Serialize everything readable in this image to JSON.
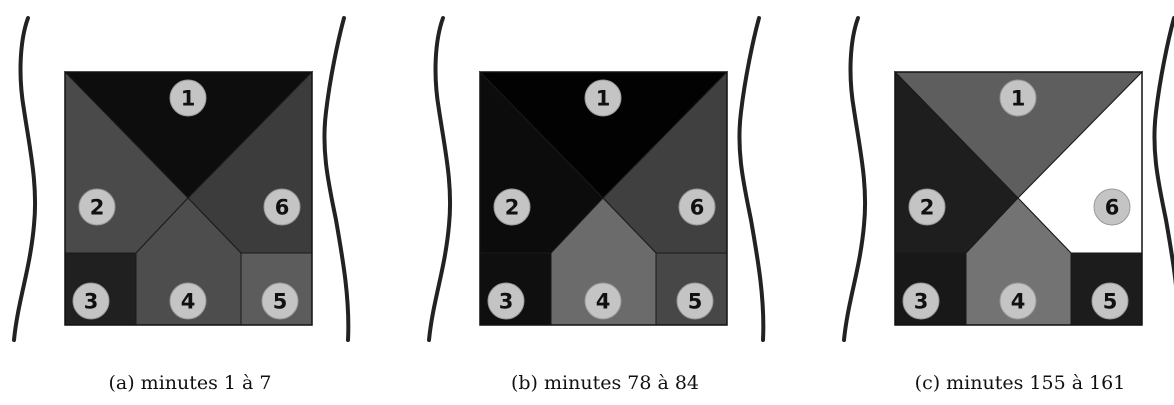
{
  "panels": [
    {
      "caption": "(a) minutes 1 à 7",
      "regions": {
        "1": {
          "label": "1",
          "color": "#0d0d0d"
        },
        "2": {
          "label": "2",
          "color": "#4a4a4a"
        },
        "3": {
          "label": "3",
          "color": "#202020"
        },
        "4": {
          "label": "4",
          "color": "#4d4d4d"
        },
        "5": {
          "label": "5",
          "color": "#5c5c5c"
        },
        "6": {
          "label": "6",
          "color": "#3c3c3c"
        }
      },
      "contour_visible": {
        "left": true,
        "right": true
      }
    },
    {
      "caption": "(b) minutes 78 à 84",
      "regions": {
        "1": {
          "label": "1",
          "color": "#020202"
        },
        "2": {
          "label": "2",
          "color": "#0c0c0c"
        },
        "3": {
          "label": "3",
          "color": "#0f0f0f"
        },
        "4": {
          "label": "4",
          "color": "#6b6b6b"
        },
        "5": {
          "label": "5",
          "color": "#474747"
        },
        "6": {
          "label": "6",
          "color": "#404040"
        }
      },
      "contour_visible": {
        "left": true,
        "right": true
      }
    },
    {
      "caption": "(c) minutes 155 à 161",
      "regions": {
        "1": {
          "label": "1",
          "color": "#5e5e5e"
        },
        "2": {
          "label": "2",
          "color": "#1e1e1e"
        },
        "3": {
          "label": "3",
          "color": "#181818"
        },
        "4": {
          "label": "4",
          "color": "#737373"
        },
        "5": {
          "label": "5",
          "color": "#1c1c1c"
        },
        "6": {
          "label": "6",
          "color": "#ffffff"
        }
      },
      "contour_visible": {
        "left": true,
        "right": true
      }
    }
  ]
}
